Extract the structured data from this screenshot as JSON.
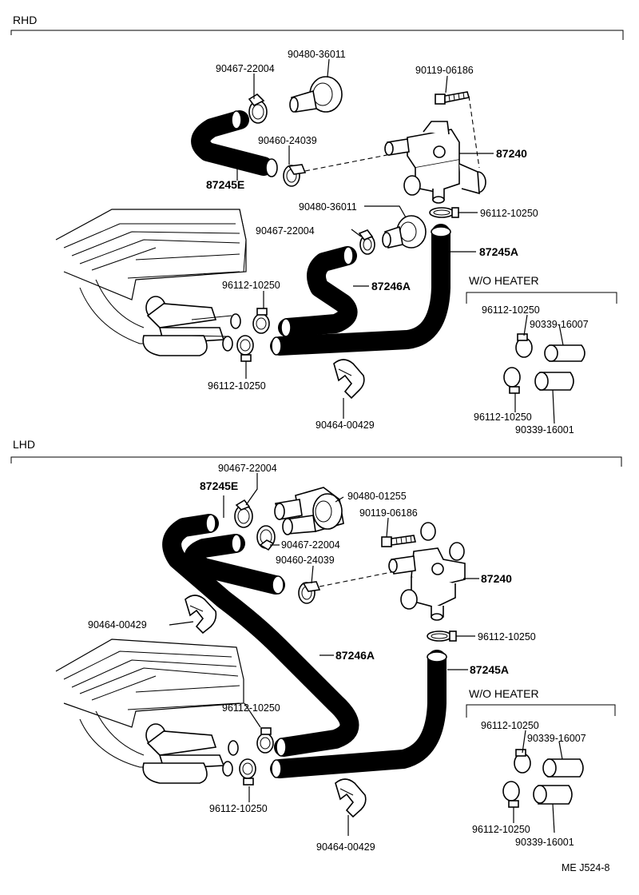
{
  "sections": {
    "rhd": {
      "title": "RHD",
      "wo_heater": "W/O HEATER",
      "labels": {
        "p90480_36011_top": "90480-36011",
        "p90467_22004_top": "90467-22004",
        "p90119_06186": "90119-06186",
        "p90460_24039": "90460-24039",
        "p87240": "87240",
        "p87245E": "87245E",
        "p90480_36011_mid": "90480-36011",
        "p96112_10250_a": "96112-10250",
        "p90467_22004_mid": "90467-22004",
        "p87245A": "87245A",
        "p96112_10250_b": "96112-10250",
        "p87246A": "87246A",
        "p96112_10250_c": "96112-10250",
        "p90464_00429": "90464-00429",
        "w_96112_10250_top": "96112-10250",
        "w_90339_16007": "90339-16007",
        "w_96112_10250_bot": "96112-10250",
        "w_90339_16001": "90339-16001"
      }
    },
    "lhd": {
      "title": "LHD",
      "wo_heater": "W/O HEATER",
      "labels": {
        "p90467_22004_top": "90467-22004",
        "p87245E": "87245E",
        "p90480_01255": "90480-01255",
        "p90119_06186": "90119-06186",
        "p90467_22004_mid": "90467-22004",
        "p90460_24039": "90460-24039",
        "p90464_00429_top": "90464-00429",
        "p87240": "87240",
        "p96112_10250_a": "96112-10250",
        "p87246A": "87246A",
        "p87245A": "87245A",
        "p96112_10250_b": "96112-10250",
        "p96112_10250_c": "96112-10250",
        "p90464_00429_bot": "90464-00429",
        "w_96112_10250_top": "96112-10250",
        "w_90339_16007": "90339-16007",
        "w_96112_10250_bot": "96112-10250",
        "w_90339_16001": "90339-16001"
      }
    }
  },
  "figure_code": "ME J524-8"
}
